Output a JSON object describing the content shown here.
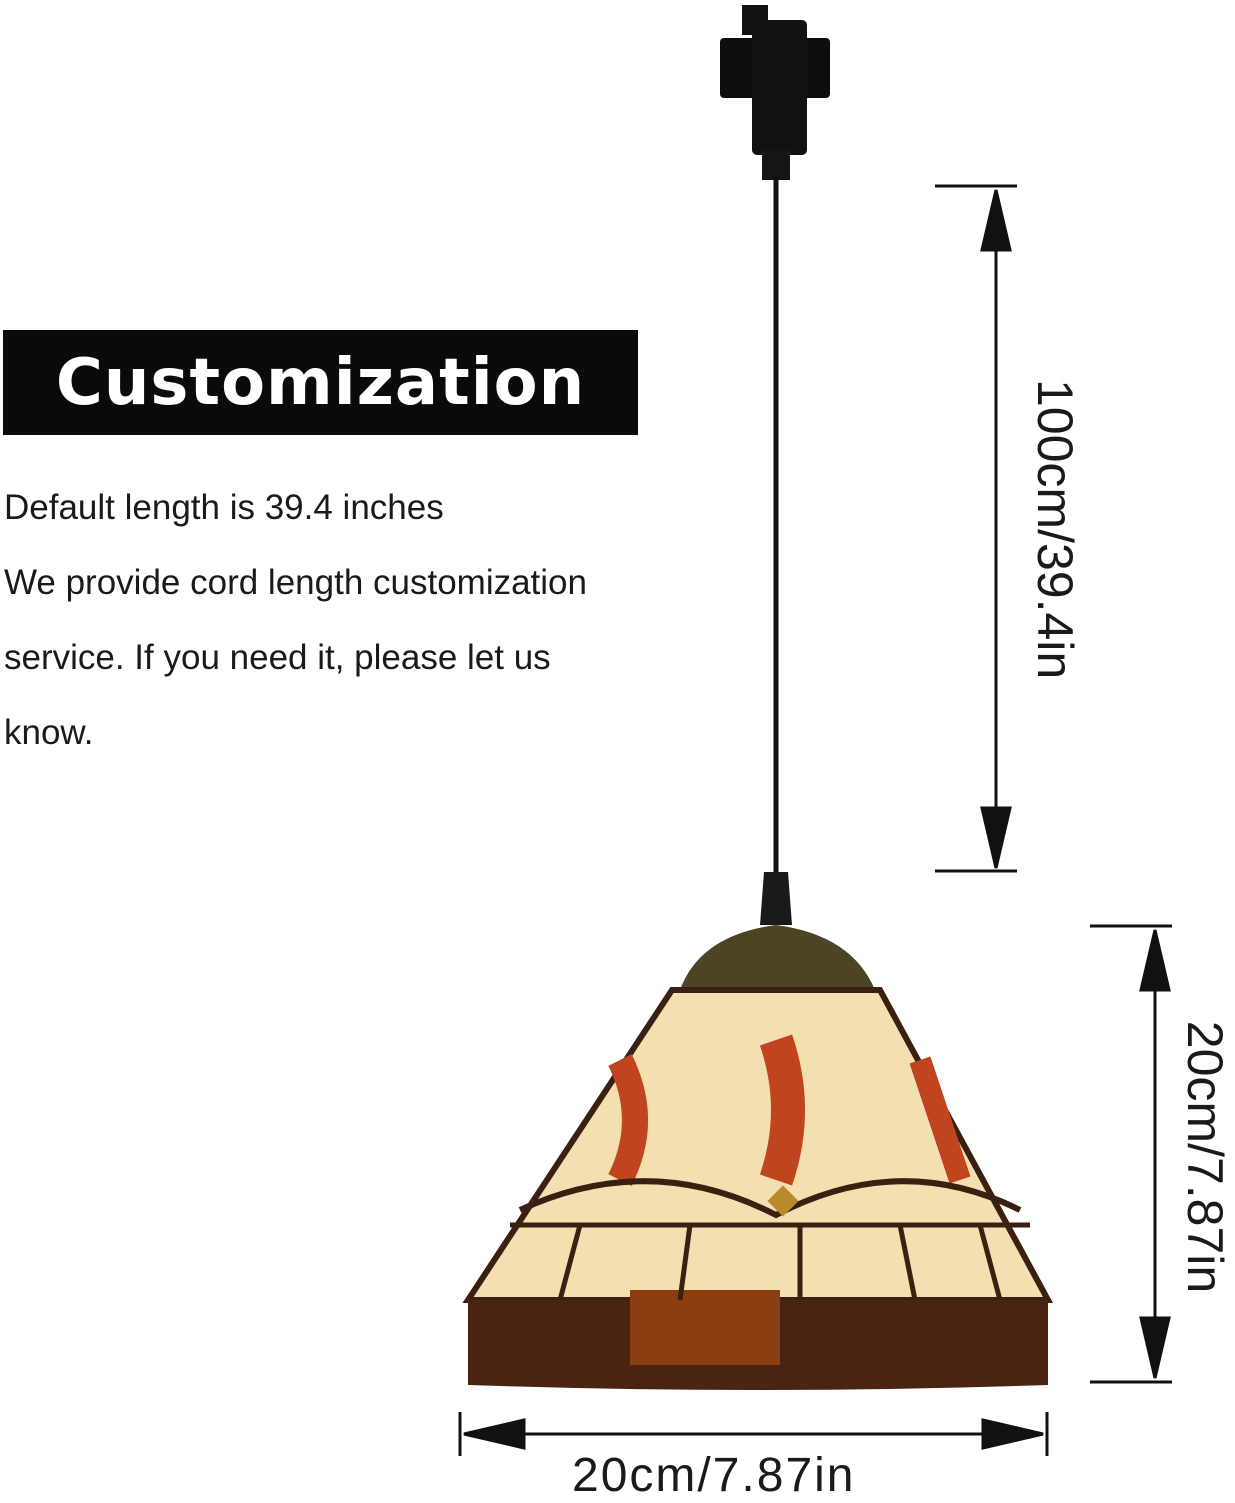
{
  "banner": {
    "title": "Customization"
  },
  "description": {
    "lines": [
      "Default length is  39.4 inches",
      "We provide cord length customization",
      "service. If you need it, please let us",
      "know."
    ]
  },
  "dimensions": {
    "cord_length": "100cm/39.4in",
    "shade_height": "20cm/7.87in",
    "shade_width": "20cm/7.87in"
  },
  "colors": {
    "banner_bg": "#0a0a0a",
    "shade_glass": "#f3dfb0",
    "accent_red": "#c0441e",
    "lead_frame": "#3a2010"
  }
}
